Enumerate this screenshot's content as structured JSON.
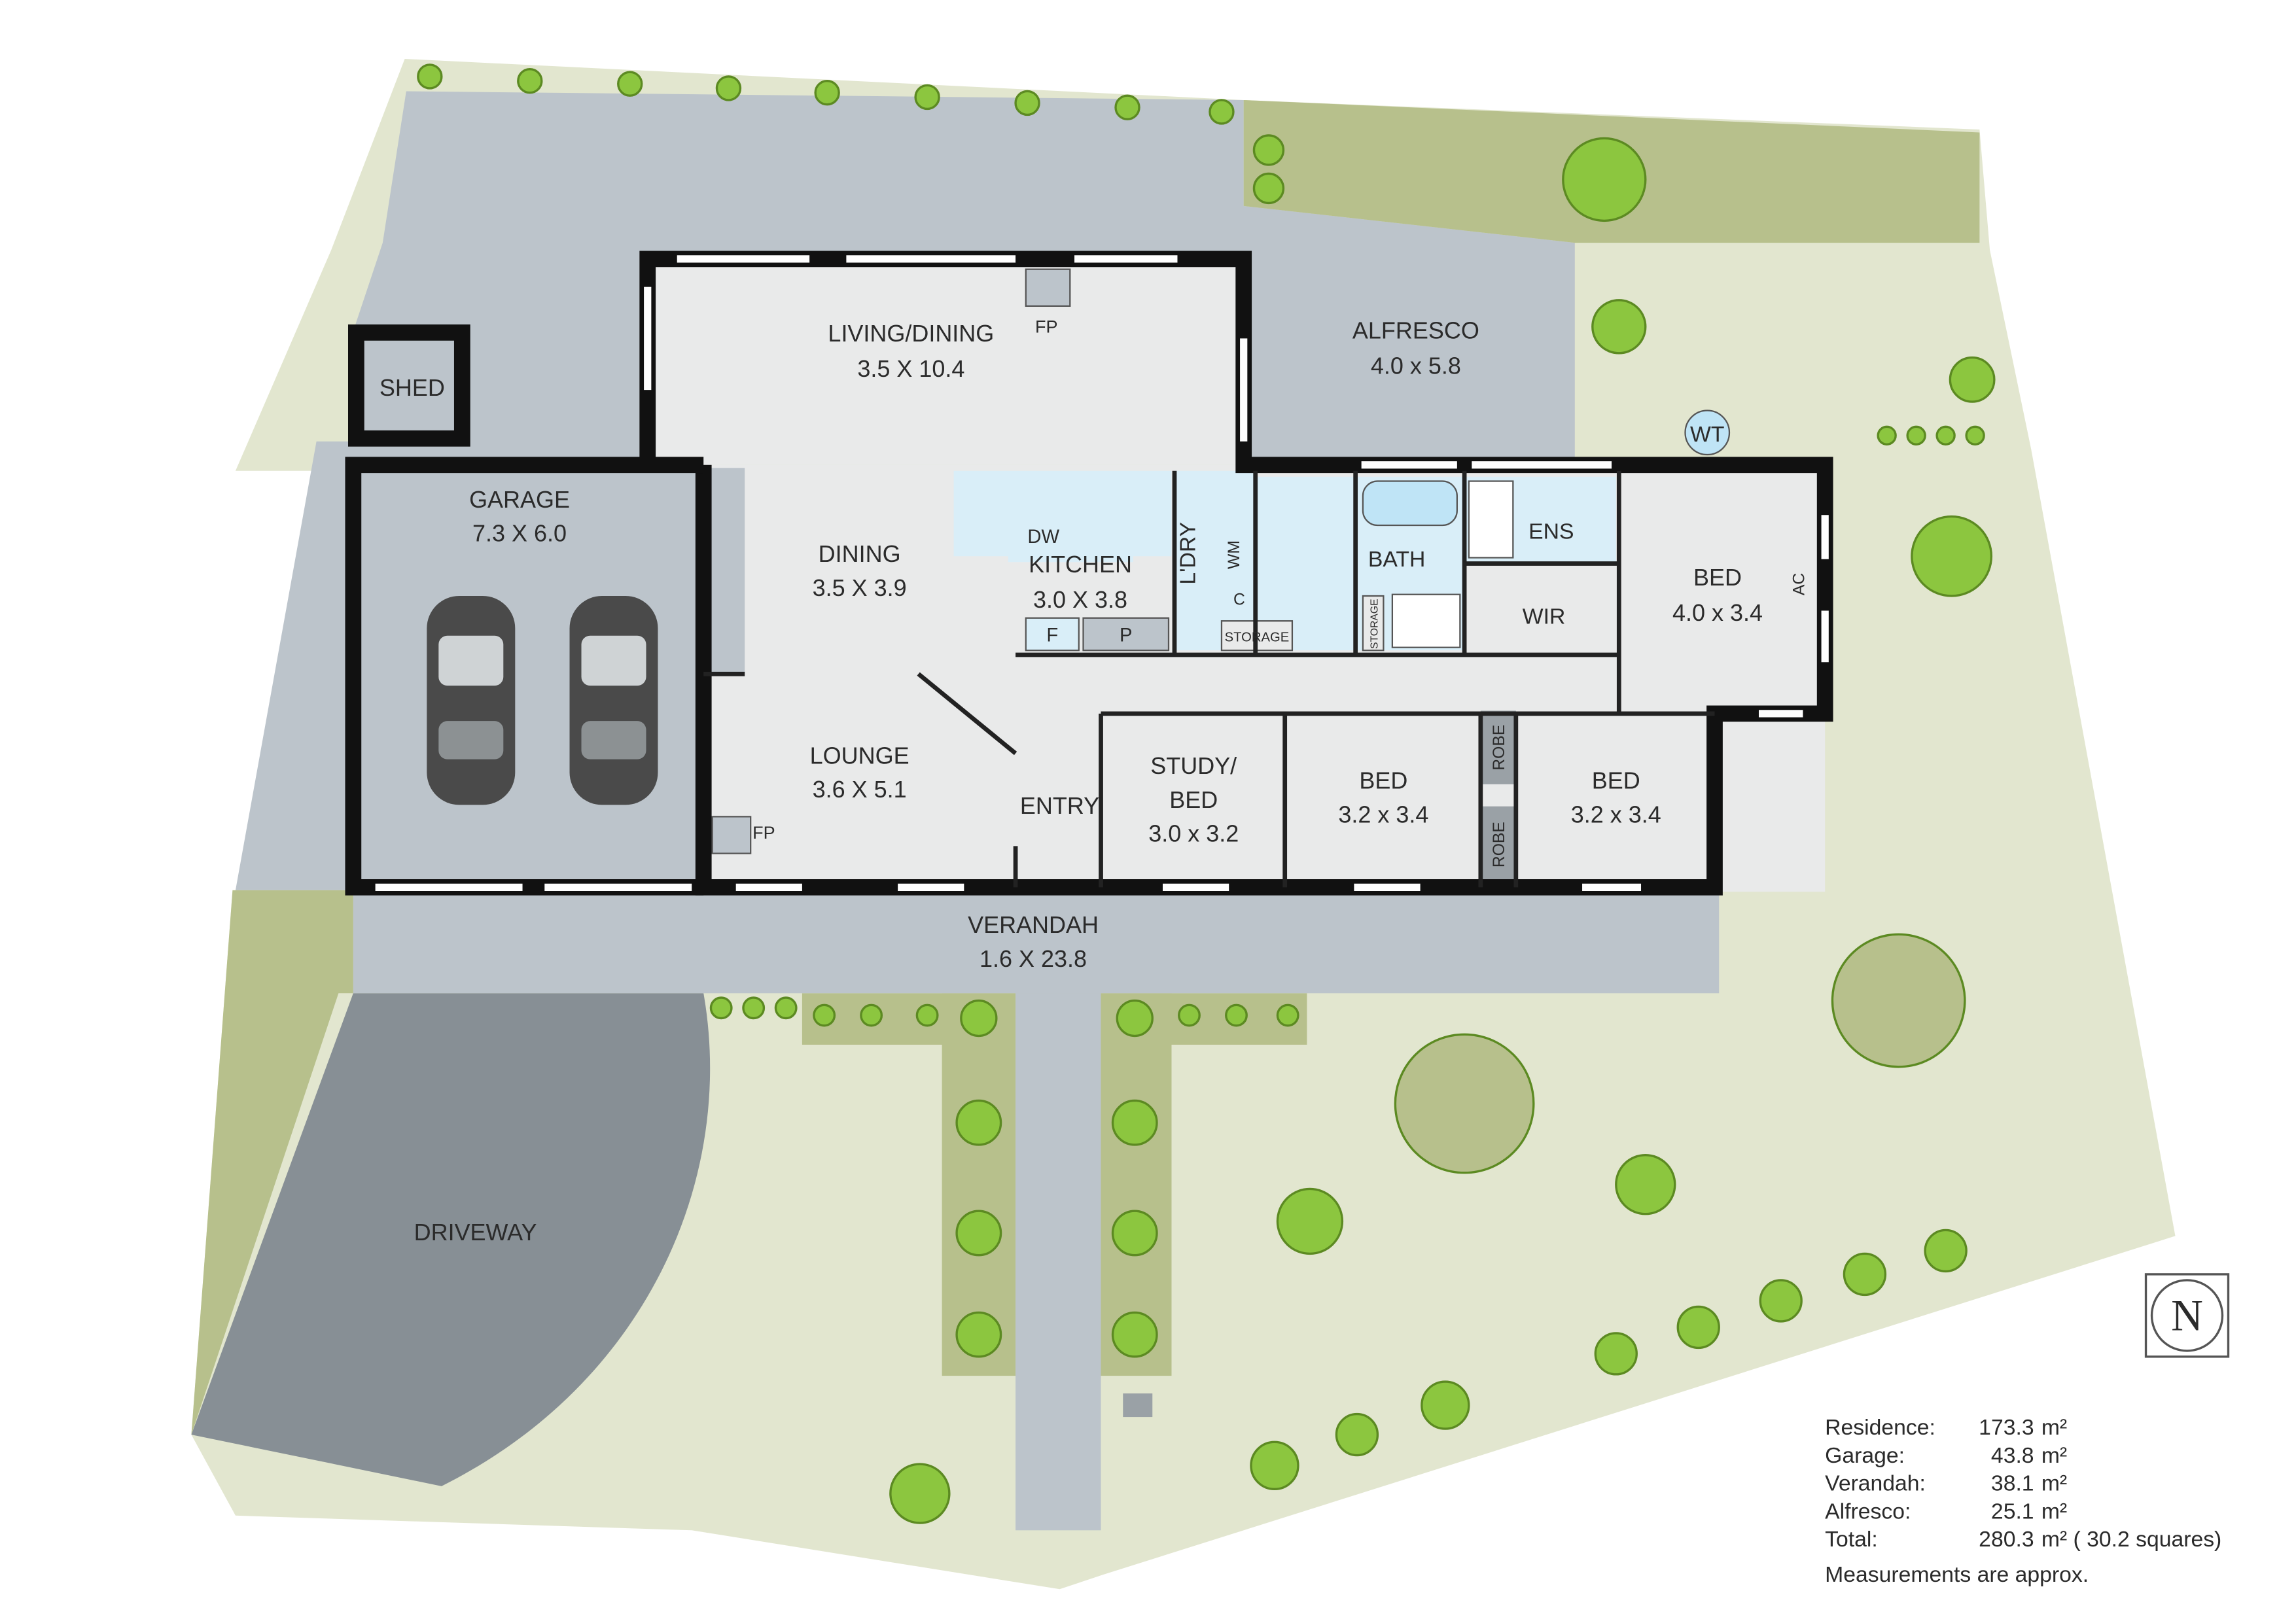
{
  "rooms": {
    "living_dining": {
      "name": "LIVING/DINING",
      "dim": "3.5 X 10.4"
    },
    "alfresco": {
      "name": "ALFRESCO",
      "dim": "4.0 x 5.8"
    },
    "shed": {
      "name": "SHED"
    },
    "garage": {
      "name": "GARAGE",
      "dim": "7.3 X 6.0"
    },
    "dining": {
      "name": "DINING",
      "dim": "3.5 X 3.9"
    },
    "kitchen": {
      "name": "KITCHEN",
      "dim": "3.0 X 3.8"
    },
    "laundry": {
      "name": "L'DRY"
    },
    "bath": {
      "name": "BATH"
    },
    "ens": {
      "name": "ENS"
    },
    "wir": {
      "name": "WIR"
    },
    "bed_master": {
      "name": "BED",
      "dim": "4.0 x 3.4"
    },
    "lounge": {
      "name": "LOUNGE",
      "dim": "3.6 X 5.1"
    },
    "entry": {
      "name": "ENTRY"
    },
    "study": {
      "name": "STUDY/",
      "name2": "BED",
      "dim": "3.0 x 3.2"
    },
    "bed_2": {
      "name": "BED",
      "dim": "3.2 x 3.4"
    },
    "bed_3": {
      "name": "BED",
      "dim": "3.2 x 3.4"
    },
    "verandah": {
      "name": "VERANDAH",
      "dim": "1.6 X 23.8"
    },
    "driveway": {
      "name": "DRIVEWAY"
    }
  },
  "fixtures": {
    "fp": "FP",
    "dw": "DW",
    "fridge": "F",
    "pantry": "P",
    "wm": "WM",
    "cupboard": "C",
    "storage": "STORAGE",
    "robe": "ROBE",
    "ac": "AC",
    "wt": "WT"
  },
  "compass": "N",
  "areas": [
    {
      "label": "Residence:",
      "value": "173.3",
      "unit": "m²"
    },
    {
      "label": "Garage:",
      "value": "43.8",
      "unit": "m²"
    },
    {
      "label": "Verandah:",
      "value": "38.1",
      "unit": "m²"
    },
    {
      "label": "Alfresco:",
      "value": "25.1",
      "unit": "m²"
    },
    {
      "label": "Total:",
      "value": "280.3",
      "unit": "m² ( 30.2 squares)"
    }
  ],
  "note": "Measurements are approx.",
  "colors": {
    "lawn_light": "#e2e6cf",
    "lawn_dark": "#b7c08c",
    "paving": "#bcc4cb",
    "driveway": "#878f95",
    "interior": "#e9eaea",
    "wet_area": "#d9eef8",
    "tree": "#8cc63f"
  }
}
